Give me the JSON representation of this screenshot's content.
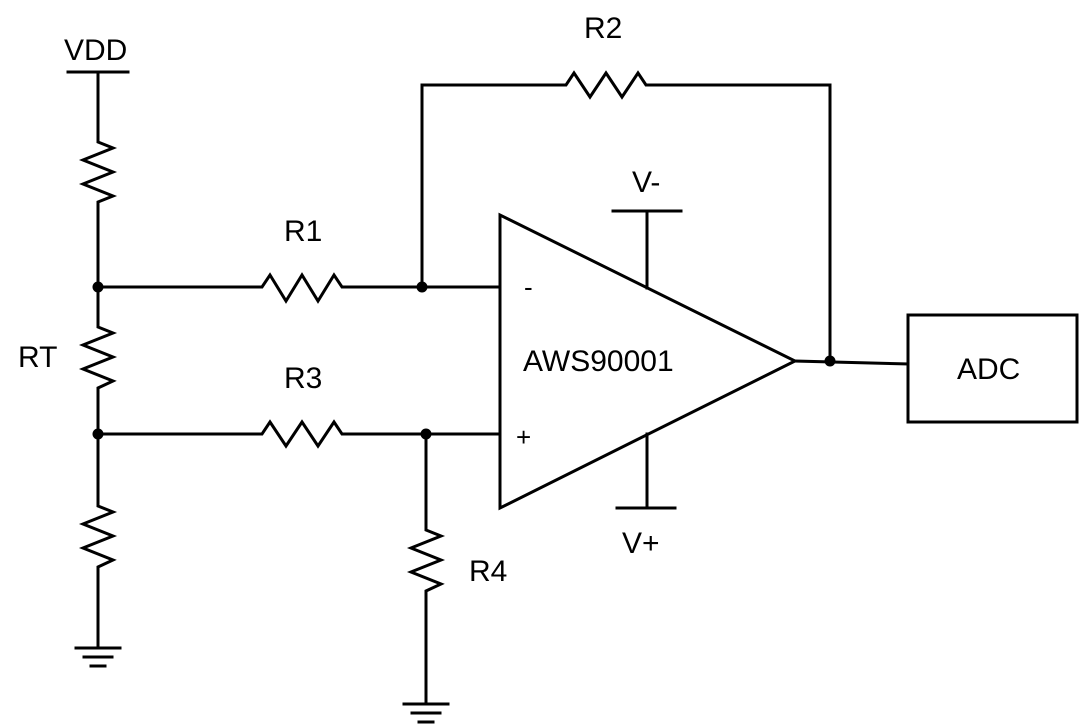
{
  "labels": {
    "vdd": "VDD",
    "rt": "RT",
    "r1": "R1",
    "r2": "R2",
    "r3": "R3",
    "r4": "R4",
    "v_minus": "V-",
    "v_plus": "V+",
    "opamp": "AWS90001",
    "inverting": "-",
    "noninverting": "+",
    "adc": "ADC"
  },
  "colors": {
    "ink": "#000000",
    "background": "#ffffff"
  }
}
